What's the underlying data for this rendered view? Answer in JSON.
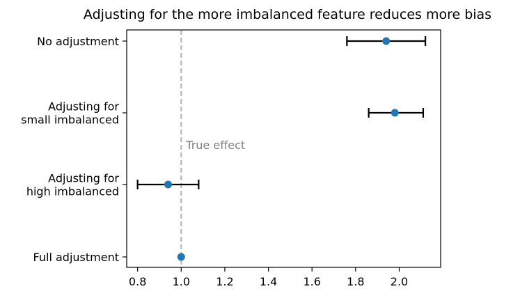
{
  "chart_data": {
    "type": "scatter",
    "title": "Adjusting for the more imbalanced feature reduces more bias",
    "xlabel": "",
    "ylabel": "",
    "xlim": [
      0.75,
      2.19
    ],
    "x_ticks": [
      "0.8",
      "1.0",
      "1.2",
      "1.4",
      "1.6",
      "1.8",
      "2.0"
    ],
    "x_tick_values": [
      0.8,
      1.0,
      1.2,
      1.4,
      1.6,
      1.8,
      2.0
    ],
    "grid": false,
    "categories": [
      [
        "No adjustment"
      ],
      [
        "Adjusting for",
        "small imbalanced"
      ],
      [
        "Adjusting for",
        "high imbalanced"
      ],
      [
        "Full adjustment"
      ]
    ],
    "series": [
      {
        "values": [
          1.94,
          1.98,
          0.94,
          1.0
        ],
        "ci_low": [
          1.76,
          1.86,
          0.8,
          1.0
        ],
        "ci_high": [
          2.12,
          2.11,
          1.08,
          1.0
        ]
      }
    ],
    "reference_line": {
      "x": 1.0,
      "label": "True effect"
    },
    "colors": {
      "point": "#1f77b4",
      "errorbar": "#000000",
      "reference": "#b0b0b0",
      "annotation": "#808080"
    }
  }
}
